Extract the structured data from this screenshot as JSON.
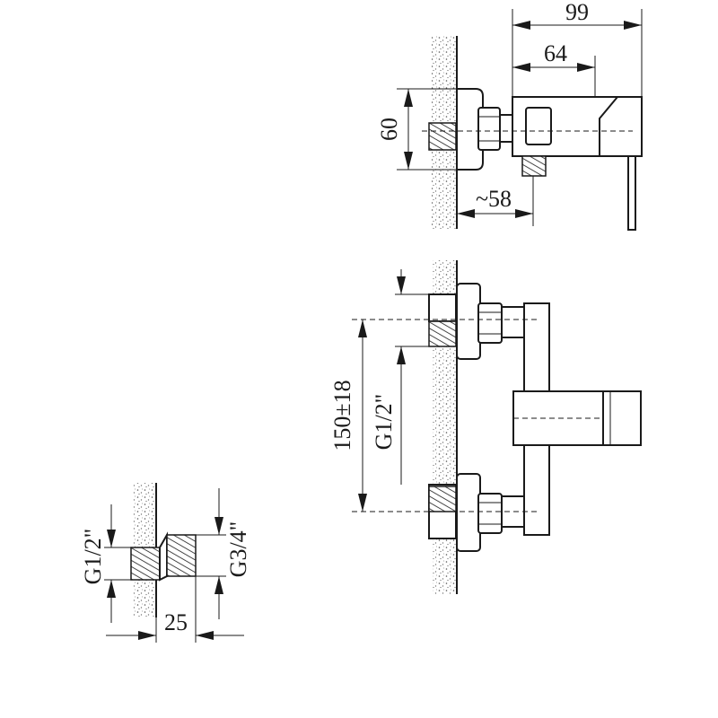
{
  "colors": {
    "ink": "#1a1a1a",
    "background": "#ffffff"
  },
  "top_view": {
    "dim_overall": "99",
    "dim_body": "64",
    "dim_height": "60",
    "dim_outlet": "~58"
  },
  "front_view": {
    "dim_spacing": "150±18",
    "dim_thread": "G1/2\""
  },
  "eccentric_view": {
    "dim_inlet": "G1/2\"",
    "dim_outlet": "G3/4\"",
    "dim_offset": "25"
  }
}
